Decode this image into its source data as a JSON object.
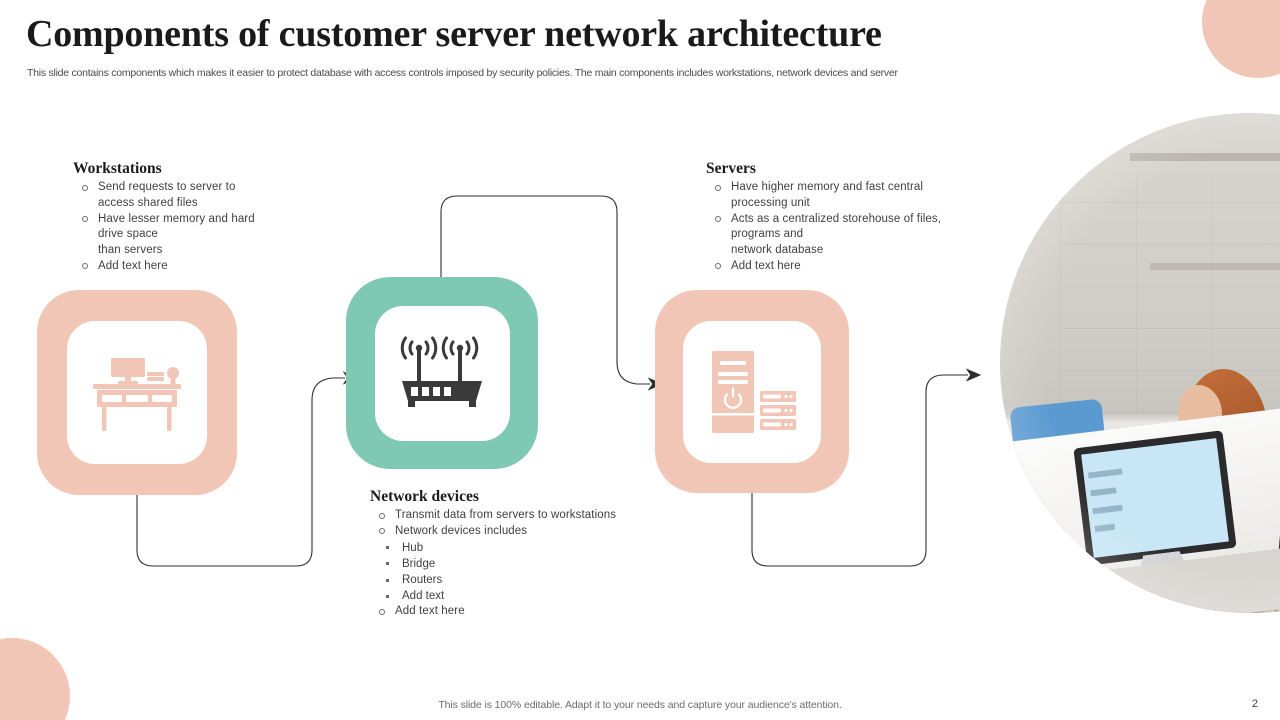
{
  "slide": {
    "title": "Components of customer server network architecture",
    "subtitle": "This slide contains components which makes it easier to protect database with access controls imposed by security policies. The main components includes workstations, network devices and server",
    "footer_note": "This slide is 100% editable. Adapt it to your needs and capture your audience's attention.",
    "page_number": "2"
  },
  "colors": {
    "pink": "#F2C6B6",
    "teal": "#7EC8B4",
    "icon_dark": "#3A3A3A",
    "title": "#1A1A1A",
    "body_text": "#3F3F3F"
  },
  "nodes": [
    {
      "id": "workstations",
      "icon": "desk-workstation-icon",
      "box_color": "#F2C6B6",
      "icon_color": "#F2C6B6"
    },
    {
      "id": "network-devices",
      "icon": "wifi-router-icon",
      "box_color": "#7EC8B4",
      "icon_color": "#3A3A3A"
    },
    {
      "id": "servers",
      "icon": "server-tower-icon",
      "box_color": "#F2C6B6",
      "icon_color": "#F2C6B6"
    }
  ],
  "blocks": {
    "workstations": {
      "heading": "Workstations",
      "bullets": [
        "Send requests to server  to\naccess shared files",
        "Have  lesser memory and hard\ndrive space\nthan servers",
        "Add text here"
      ]
    },
    "servers": {
      "heading": "Servers",
      "bullets": [
        "Have  higher memory and fast central\nprocessing unit",
        "Acts as a centralized storehouse of files,\nprograms and\nnetwork database",
        "Add text here"
      ]
    },
    "network": {
      "heading": "Network devices",
      "bullets": [
        "Transmit data from servers to workstations",
        "Network devices includes"
      ],
      "sub_bullets": [
        "Hub",
        "Bridge",
        "Routers",
        "Add text"
      ],
      "last_bullet": "Add text here"
    }
  },
  "photo": {
    "alt": "office-team-working-photo"
  }
}
